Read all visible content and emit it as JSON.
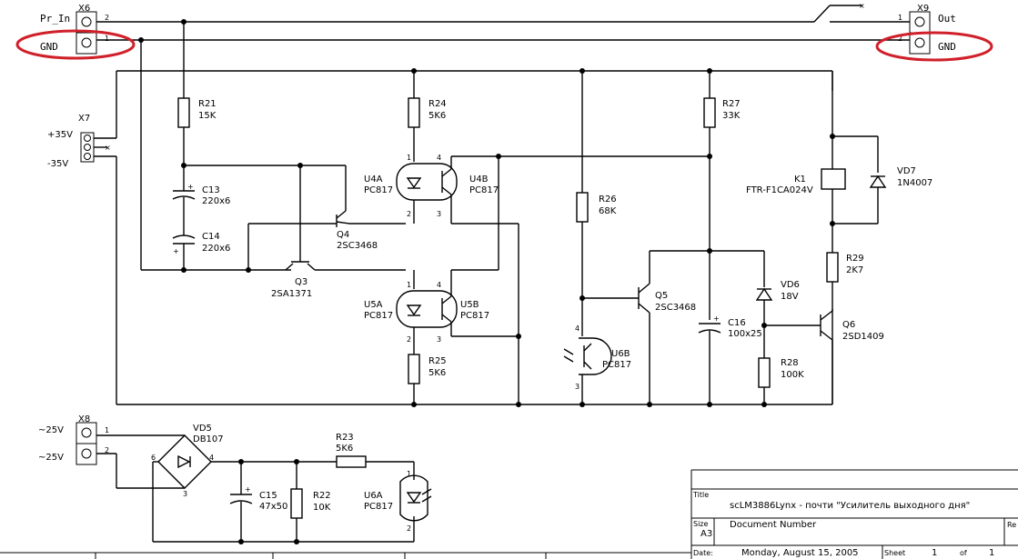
{
  "connectors": {
    "x6": {
      "ref": "X6",
      "net1": "Pr_In",
      "net2": "GND",
      "pin1": "2",
      "pin2": "1"
    },
    "x9": {
      "ref": "X9",
      "net1": "Out",
      "net2": "GND",
      "pin1": "1",
      "pin2": "2"
    },
    "x7": {
      "ref": "X7",
      "net1": "+35V",
      "net2": "-35V"
    },
    "x8": {
      "ref": "X8",
      "net1": "~25V",
      "net2": "~25V",
      "pin1": "1",
      "pin2": "2"
    }
  },
  "components": {
    "r21": {
      "ref": "R21",
      "value": "15K"
    },
    "r24": {
      "ref": "R24",
      "value": "5K6"
    },
    "r27": {
      "ref": "R27",
      "value": "33K"
    },
    "r26": {
      "ref": "R26",
      "value": "68K"
    },
    "r25": {
      "ref": "R25",
      "value": "5K6"
    },
    "r28": {
      "ref": "R28",
      "value": "100K"
    },
    "r29": {
      "ref": "R29",
      "value": "2K7"
    },
    "r23": {
      "ref": "R23",
      "value": "5K6"
    },
    "r22": {
      "ref": "R22",
      "value": "10K"
    },
    "c13": {
      "ref": "C13",
      "value": "220x6"
    },
    "c14": {
      "ref": "C14",
      "value": "220x6"
    },
    "c16": {
      "ref": "C16",
      "value": "100x25"
    },
    "c15": {
      "ref": "C15",
      "value": "47x50"
    },
    "q4": {
      "ref": "Q4",
      "value": "2SC3468"
    },
    "q3": {
      "ref": "Q3",
      "value": "2SA1371"
    },
    "q5": {
      "ref": "Q5",
      "value": "2SC3468"
    },
    "q6": {
      "ref": "Q6",
      "value": "2SD1409"
    },
    "u4a": {
      "ref": "U4A",
      "value": "PC817"
    },
    "u4b": {
      "ref": "U4B",
      "value": "PC817"
    },
    "u5a": {
      "ref": "U5A",
      "value": "PC817"
    },
    "u5b": {
      "ref": "U5B",
      "value": "PC817"
    },
    "u6a": {
      "ref": "U6A",
      "value": "PC817"
    },
    "u6b": {
      "ref": "U6B",
      "value": "PC817"
    },
    "k1": {
      "ref": "K1",
      "value": "FTR-F1CA024V"
    },
    "vd7": {
      "ref": "VD7",
      "value": "1N4007"
    },
    "vd6": {
      "ref": "VD6",
      "value": "18V"
    },
    "vd5": {
      "ref": "VD5",
      "value": "DB107"
    }
  },
  "pins": {
    "p1": "1",
    "p2": "2",
    "p3": "3",
    "p4": "4",
    "p6": "6"
  },
  "title_block": {
    "title_label": "Title",
    "title": "scLM3886Lynx - почти \"Усилитель выходного дня\"",
    "size_label": "Size",
    "size": "A3",
    "doc_label": "Document Number",
    "rev_label": "Re",
    "date_label": "Date:",
    "date": "Monday, August 15, 2005",
    "sheet_label": "Sheet",
    "sheet": "1",
    "of_label": "of",
    "of": "1"
  },
  "annotation_color": "#d0202a"
}
